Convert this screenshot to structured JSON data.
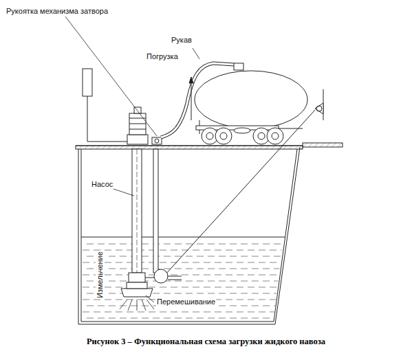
{
  "diagram": {
    "caption": "Рисунок 3 – Функциональная схема загрузки жидкого навоза",
    "labels": [
      "Рукоятка механизма затвора",
      "Рукав",
      "Погрузка",
      "Насос",
      "Измельчение",
      "Перемешивание"
    ]
  }
}
